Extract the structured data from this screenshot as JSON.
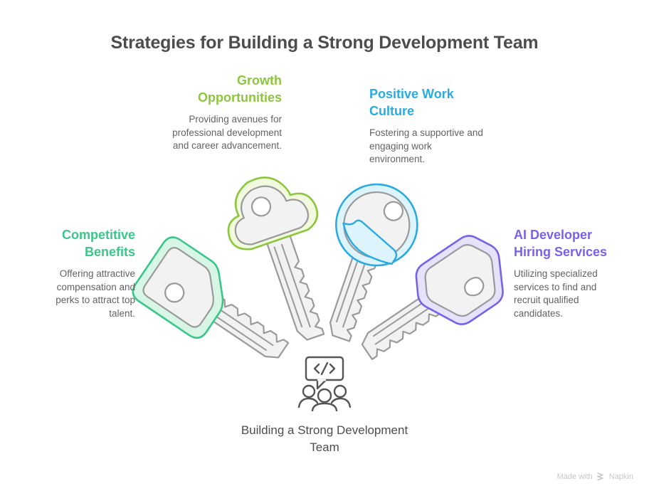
{
  "page": {
    "title": "Strategies for Building a Strong Development Team",
    "background": "#ffffff"
  },
  "colors": {
    "title_text": "#4d4d4d",
    "body_text": "#636363",
    "key_body_fill": "#f2f2f2",
    "key_body_stroke": "#9a9a9a",
    "growth_green": "#8cc63f",
    "culture_blue": "#29abe2",
    "benefits_teal": "#3bc68a",
    "hiring_purple": "#7b61e8"
  },
  "strategies": [
    {
      "id": "growth",
      "heading": "Growth Opportunities",
      "description": "Providing avenues for professional development and career advancement.",
      "color": "#8cc63f",
      "key_shape": "cloud-key",
      "align": "right"
    },
    {
      "id": "culture",
      "heading": "Positive Work Culture",
      "description": "Fostering a supportive and engaging work environment.",
      "color": "#29abe2",
      "key_shape": "circle-bubble-key",
      "align": "left"
    },
    {
      "id": "benefits",
      "heading": "Competitive Benefits",
      "description": "Offering attractive compensation and perks to attract top talent.",
      "color": "#3bc68a",
      "key_shape": "pentagon-key",
      "align": "right"
    },
    {
      "id": "hiring",
      "heading": "AI Developer Hiring Services",
      "description": "Utilizing specialized services to find and recruit qualified candidates.",
      "color": "#7b61e8",
      "key_shape": "hexagon-key",
      "align": "left"
    }
  ],
  "center": {
    "icon": "code-speech-bubble-people-icon",
    "code_glyph": "</>",
    "caption": "Building a Strong Development Team"
  },
  "watermark": {
    "prefix": "Made with",
    "brand": "Napkin",
    "logo": "napkin-chevrons-logo"
  }
}
